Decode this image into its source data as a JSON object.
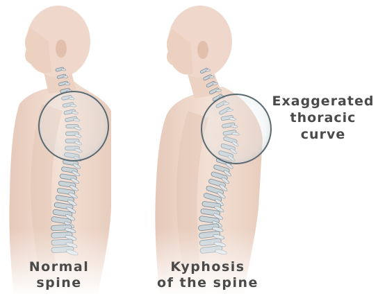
{
  "labels": {
    "normal": {
      "line1": "Normal",
      "line2": "spine"
    },
    "kyphosis": {
      "line1": "Kyphosis",
      "line2": "of the spine"
    },
    "annotation": {
      "line1": "Exaggerated",
      "line2": "thoracic",
      "line3": "curve"
    }
  },
  "colors": {
    "skin": "#efd8cb",
    "skin_shadow": "#d9b9a8",
    "bone": "#c9d3d8",
    "bone_dark": "#7d8c96",
    "lens_edge": "#5a6a72",
    "text": "#4a4a4a"
  }
}
